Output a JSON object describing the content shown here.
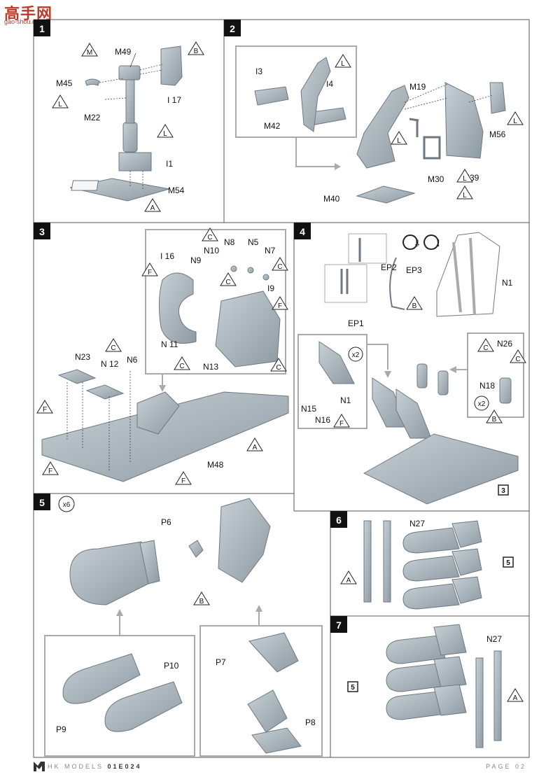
{
  "watermark": {
    "title": "高手网",
    "site": "gao-shou.com"
  },
  "steps": [
    {
      "num": "1",
      "labels": [
        "M49",
        "M45",
        "M22",
        "I 17",
        "I1",
        "M54"
      ],
      "markers": [
        "M",
        "B",
        "L",
        "L",
        "A"
      ]
    },
    {
      "num": "2",
      "labels": [
        "I3",
        "I4",
        "M42",
        "M19",
        "M56",
        "M30",
        "M39",
        "M40"
      ],
      "markers": [
        "L",
        "L",
        "L",
        "L",
        "L"
      ]
    },
    {
      "num": "3",
      "labels": [
        "I 16",
        "N10",
        "N8",
        "N5",
        "N7",
        "N9",
        "I9",
        "N 11",
        "N13",
        "N23",
        "N 12",
        "N6",
        "M48"
      ],
      "markers": [
        "F",
        "C",
        "C",
        "C",
        "F",
        "C",
        "C",
        "C",
        "F",
        "F",
        "F",
        "A"
      ]
    },
    {
      "num": "4",
      "labels": [
        "EP2",
        "EP3",
        "EP1",
        "N1",
        "N26",
        "N18",
        "N15",
        "N16",
        "N1"
      ],
      "qty": [
        "x2",
        "x2"
      ],
      "markers": [
        "B",
        "C",
        "C",
        "B",
        "F"
      ],
      "ref": "3"
    },
    {
      "num": "5",
      "qty": "x6",
      "labels": [
        "P6",
        "P10",
        "P9",
        "P7",
        "P8"
      ],
      "markers": [
        "B"
      ]
    },
    {
      "num": "6",
      "labels": [
        "N27"
      ],
      "markers": [
        "A"
      ],
      "ref": "5"
    },
    {
      "num": "7",
      "labels": [
        "N27"
      ],
      "markers": [
        "A"
      ],
      "ref": "5"
    }
  ],
  "footer": {
    "brand_light": "HK MODELS",
    "brand_code": "01E024",
    "page": "PAGE 02"
  },
  "colors": {
    "part": "#a9b4bc",
    "frame": "#9a9a9a",
    "ink": "#222222"
  }
}
